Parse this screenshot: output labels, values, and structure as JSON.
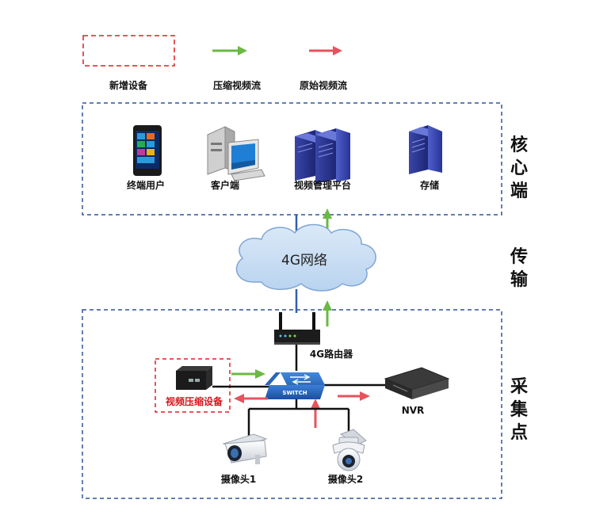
{
  "legend": {
    "new_device": "新增设备",
    "compressed_stream": "压缩视频流",
    "raw_stream": "原始视频流"
  },
  "sections": {
    "core": [
      "核",
      "心",
      "端"
    ],
    "transport": [
      "传",
      "输"
    ],
    "collection": [
      "采",
      "集",
      "点"
    ]
  },
  "core_devices": {
    "terminal_user": "终端用户",
    "client": "客户端",
    "video_platform": "视频管理平台",
    "storage": "存储"
  },
  "network": {
    "cloud": "4G网络"
  },
  "collection_devices": {
    "router": "4G路由器",
    "compressor": "视频压缩设备",
    "switch_text": "SWITCH",
    "nvr": "NVR",
    "camera1": "摄像头1",
    "camera2": "摄像头2"
  },
  "colors": {
    "green_arrow": "#6bb844",
    "red_arrow": "#e8525c",
    "dashed_box": "#2f5597",
    "new_device_border": "#e01e25"
  }
}
